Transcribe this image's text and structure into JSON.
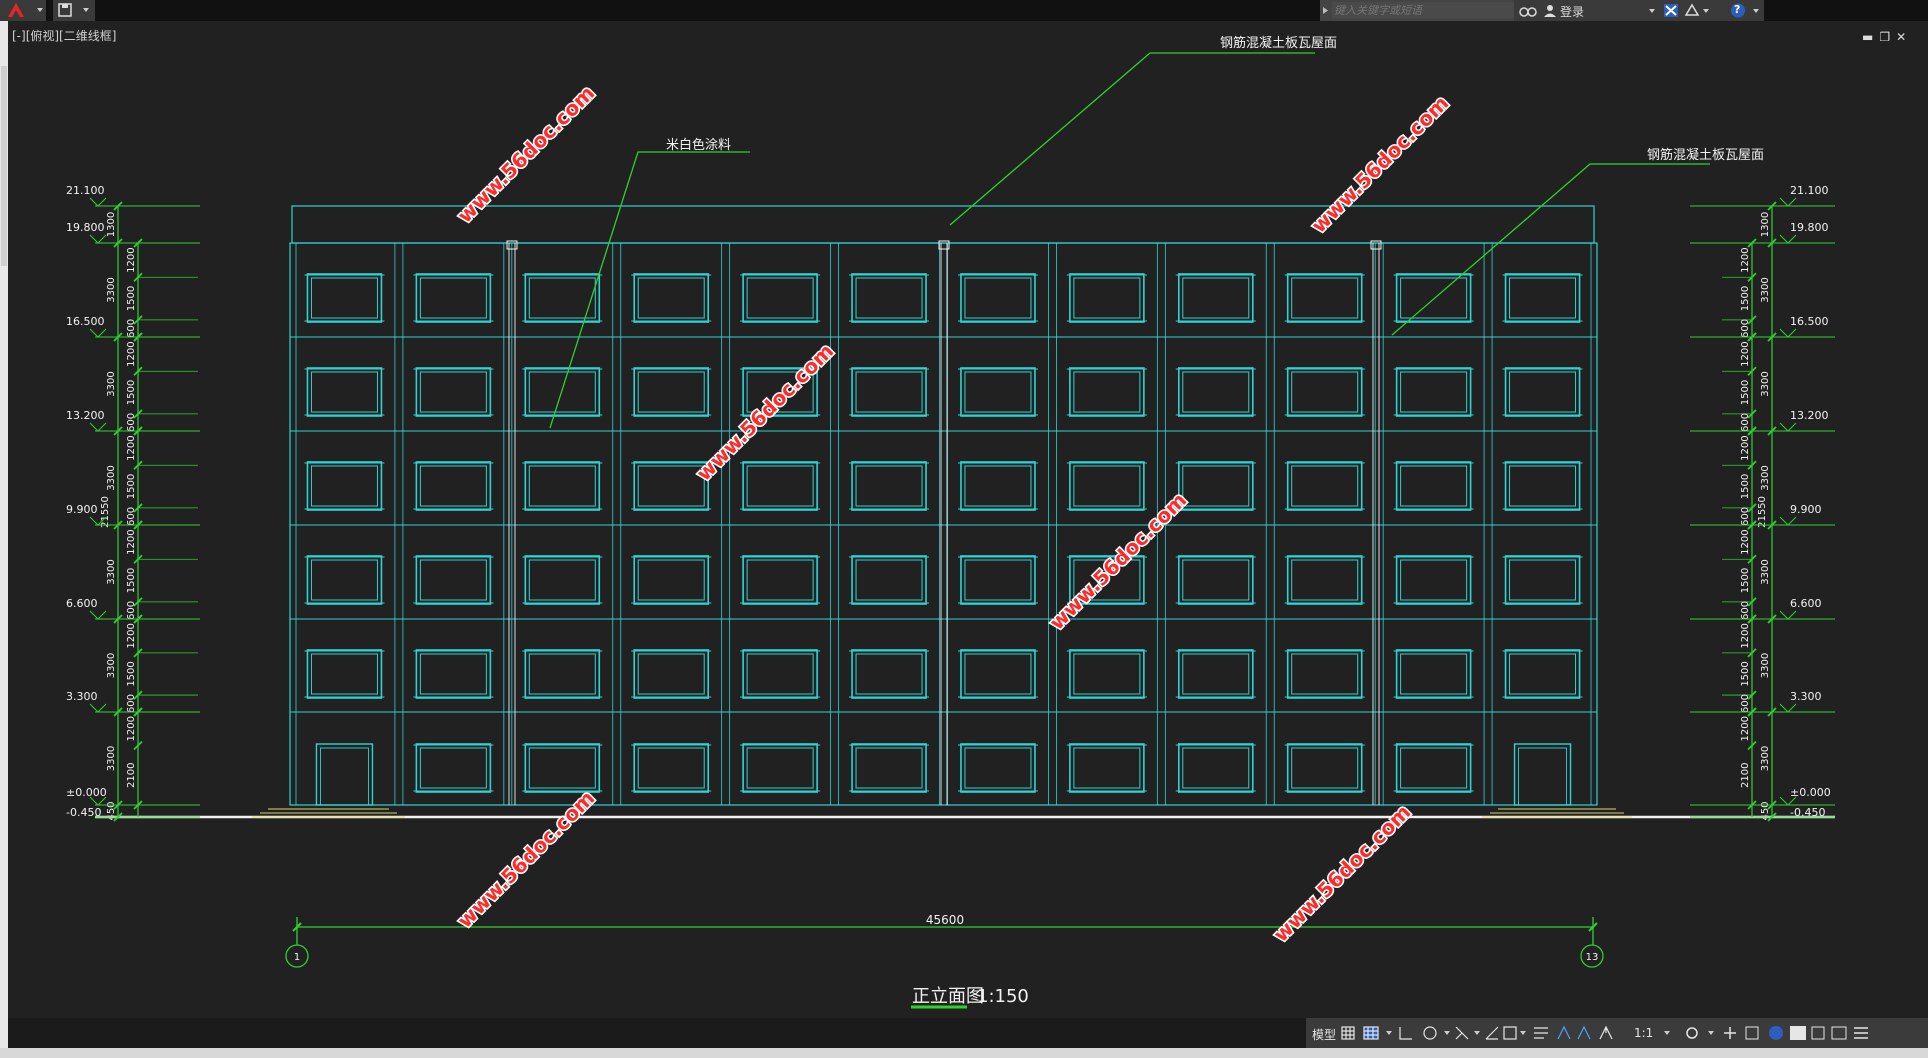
{
  "titlebar": {
    "search_placeholder": "键入关键字或短语",
    "login_label": "登录",
    "help_label": "?"
  },
  "viewport": {
    "label": "[-][俯视][二维线框]"
  },
  "drawing": {
    "annotations": {
      "roof_left": "钢筋混凝土板瓦屋面",
      "roof_right": "钢筋混凝土板瓦屋面",
      "paint": "米白色涂料"
    },
    "elevations_left": [
      "21.100",
      "19.800",
      "16.500",
      "13.200",
      "9.900",
      "6.600",
      "3.300",
      "±0.000",
      "-0.450"
    ],
    "elevations_right": [
      "21.100",
      "19.800",
      "16.500",
      "13.200",
      "9.900",
      "6.600",
      "3.300",
      "±0.000",
      "-0.450"
    ],
    "dims_outer": [
      "3300",
      "3300",
      "3300",
      "3300",
      "3300",
      "3300"
    ],
    "dims_outer_top": "1300",
    "dims_outer_bottom": "450",
    "dims_inner_floor": [
      "1200",
      "1500",
      "600"
    ],
    "dims_inner_ground": [
      "1200",
      "2100"
    ],
    "total_height": "21550",
    "overall_width": "45600",
    "grid_axis_start": "1",
    "grid_axis_end": "13",
    "caption_title": "正立面图",
    "caption_scale": "1:150",
    "watermark": "www.56doc.com"
  },
  "statusbar": {
    "model_label": "模型",
    "scale_label": "1:1"
  },
  "colors": {
    "background": "#212121",
    "dimension": "#2fd12f",
    "facade": "#2fd3d3",
    "text": "#f2f2f2",
    "watermark": "#ff2a2a"
  }
}
